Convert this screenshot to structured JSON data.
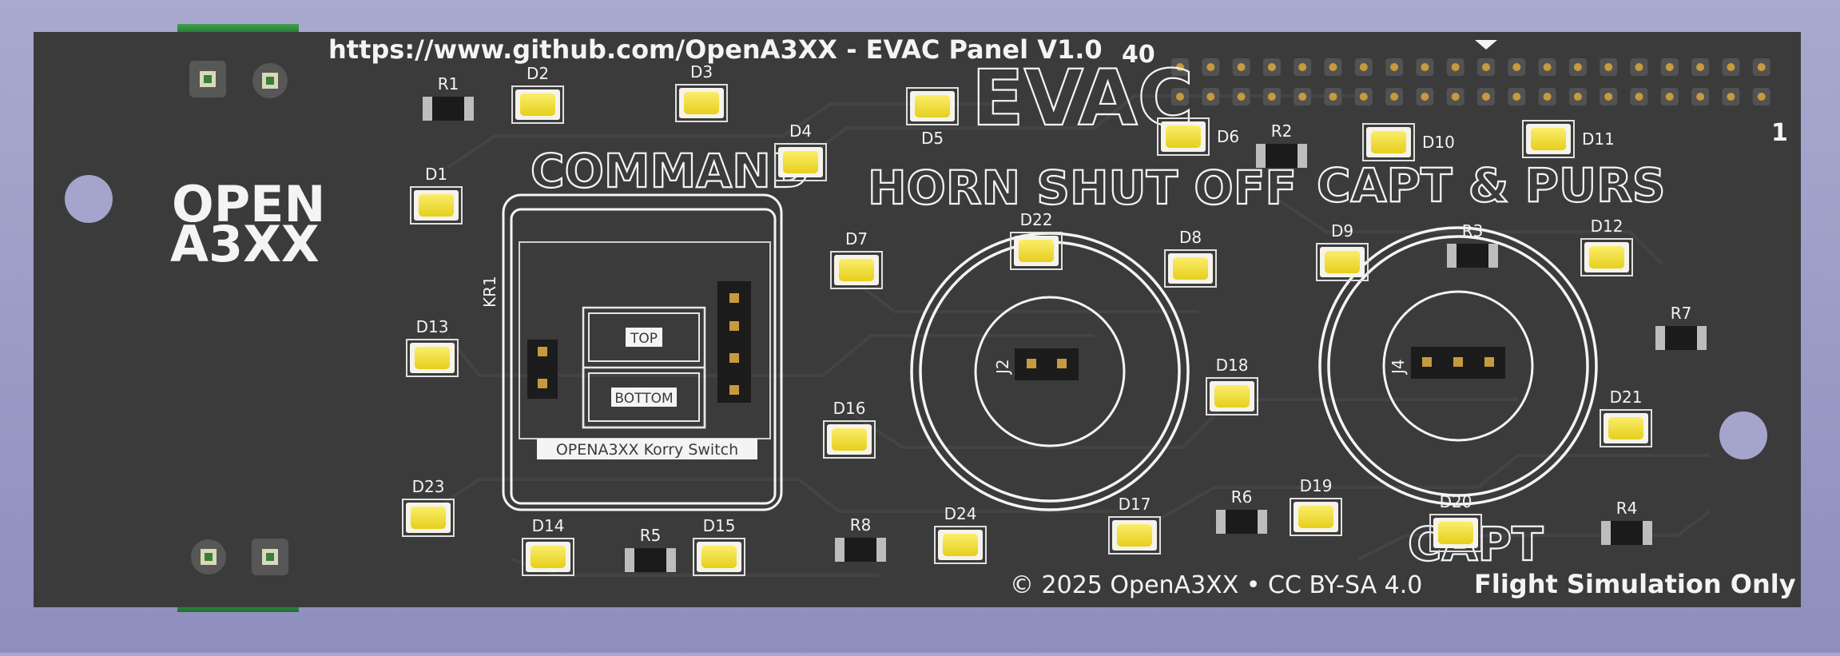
{
  "pcb": {
    "url_line": "https://www.github.com/OpenA3XX - EVAC Panel V1.0",
    "header_pin_label_40": "40",
    "header_pin_label_1": "1",
    "logo_line1": "OPEN",
    "logo_line2": "A3XX",
    "title": "EVAC",
    "command_label": "COMMAND",
    "horn_label": "HORN SHUT OFF",
    "capt_purs_label": "CAPT & PURS",
    "capt_label": "CAPT",
    "korry_ref": "KR1",
    "korry_top": "TOP",
    "korry_bottom": "BOTTOM",
    "korry_name": "OPENA3XX Korry Switch",
    "j2_label": "J2",
    "j4_label": "J4",
    "copyright": "© 2025 OpenA3XX • CC BY-SA 4.0",
    "disclaimer": "Flight Simulation Only"
  },
  "leds": [
    {
      "ref": "D1"
    },
    {
      "ref": "D2"
    },
    {
      "ref": "D3"
    },
    {
      "ref": "D4"
    },
    {
      "ref": "D5"
    },
    {
      "ref": "D6"
    },
    {
      "ref": "D7"
    },
    {
      "ref": "D8"
    },
    {
      "ref": "D9"
    },
    {
      "ref": "D10"
    },
    {
      "ref": "D11"
    },
    {
      "ref": "D12"
    },
    {
      "ref": "D13"
    },
    {
      "ref": "D14"
    },
    {
      "ref": "D15"
    },
    {
      "ref": "D16"
    },
    {
      "ref": "D17"
    },
    {
      "ref": "D18"
    },
    {
      "ref": "D19"
    },
    {
      "ref": "D20"
    },
    {
      "ref": "D21"
    },
    {
      "ref": "D22"
    },
    {
      "ref": "D23"
    },
    {
      "ref": "D24"
    }
  ],
  "resistors": [
    {
      "ref": "R1"
    },
    {
      "ref": "R2"
    },
    {
      "ref": "R3"
    },
    {
      "ref": "R4"
    },
    {
      "ref": "R5"
    },
    {
      "ref": "R6"
    },
    {
      "ref": "R7"
    },
    {
      "ref": "R8"
    }
  ],
  "colors": {
    "board": "#3b3b3b",
    "silkscreen": "#f4f4f4",
    "led": "#f4e13a",
    "led_body": "#f5f3ea",
    "pad": "#c79a3e",
    "background": "#9c9dc6",
    "connector": "#2f8a3c"
  }
}
